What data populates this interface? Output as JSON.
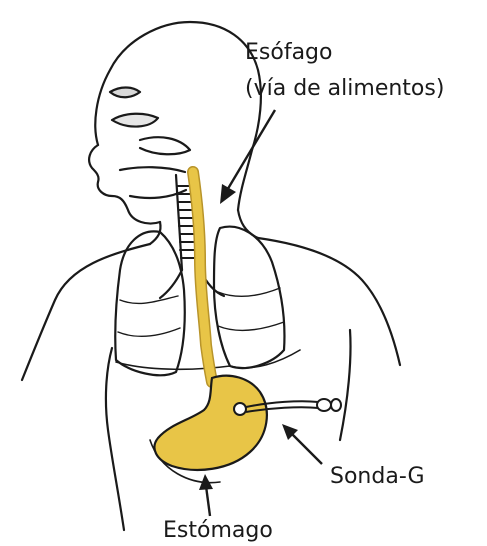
{
  "labels": {
    "esophagus_title": "Esófago",
    "esophagus_subtitle": "(vía de alimentos)",
    "g_tube": "Sonda-G",
    "stomach": "Estómago"
  },
  "colors": {
    "digestive_tract": "#E8C547",
    "digestive_tract_edge": "#B8942A",
    "line": "#1a1a1a",
    "background": "#ffffff"
  }
}
